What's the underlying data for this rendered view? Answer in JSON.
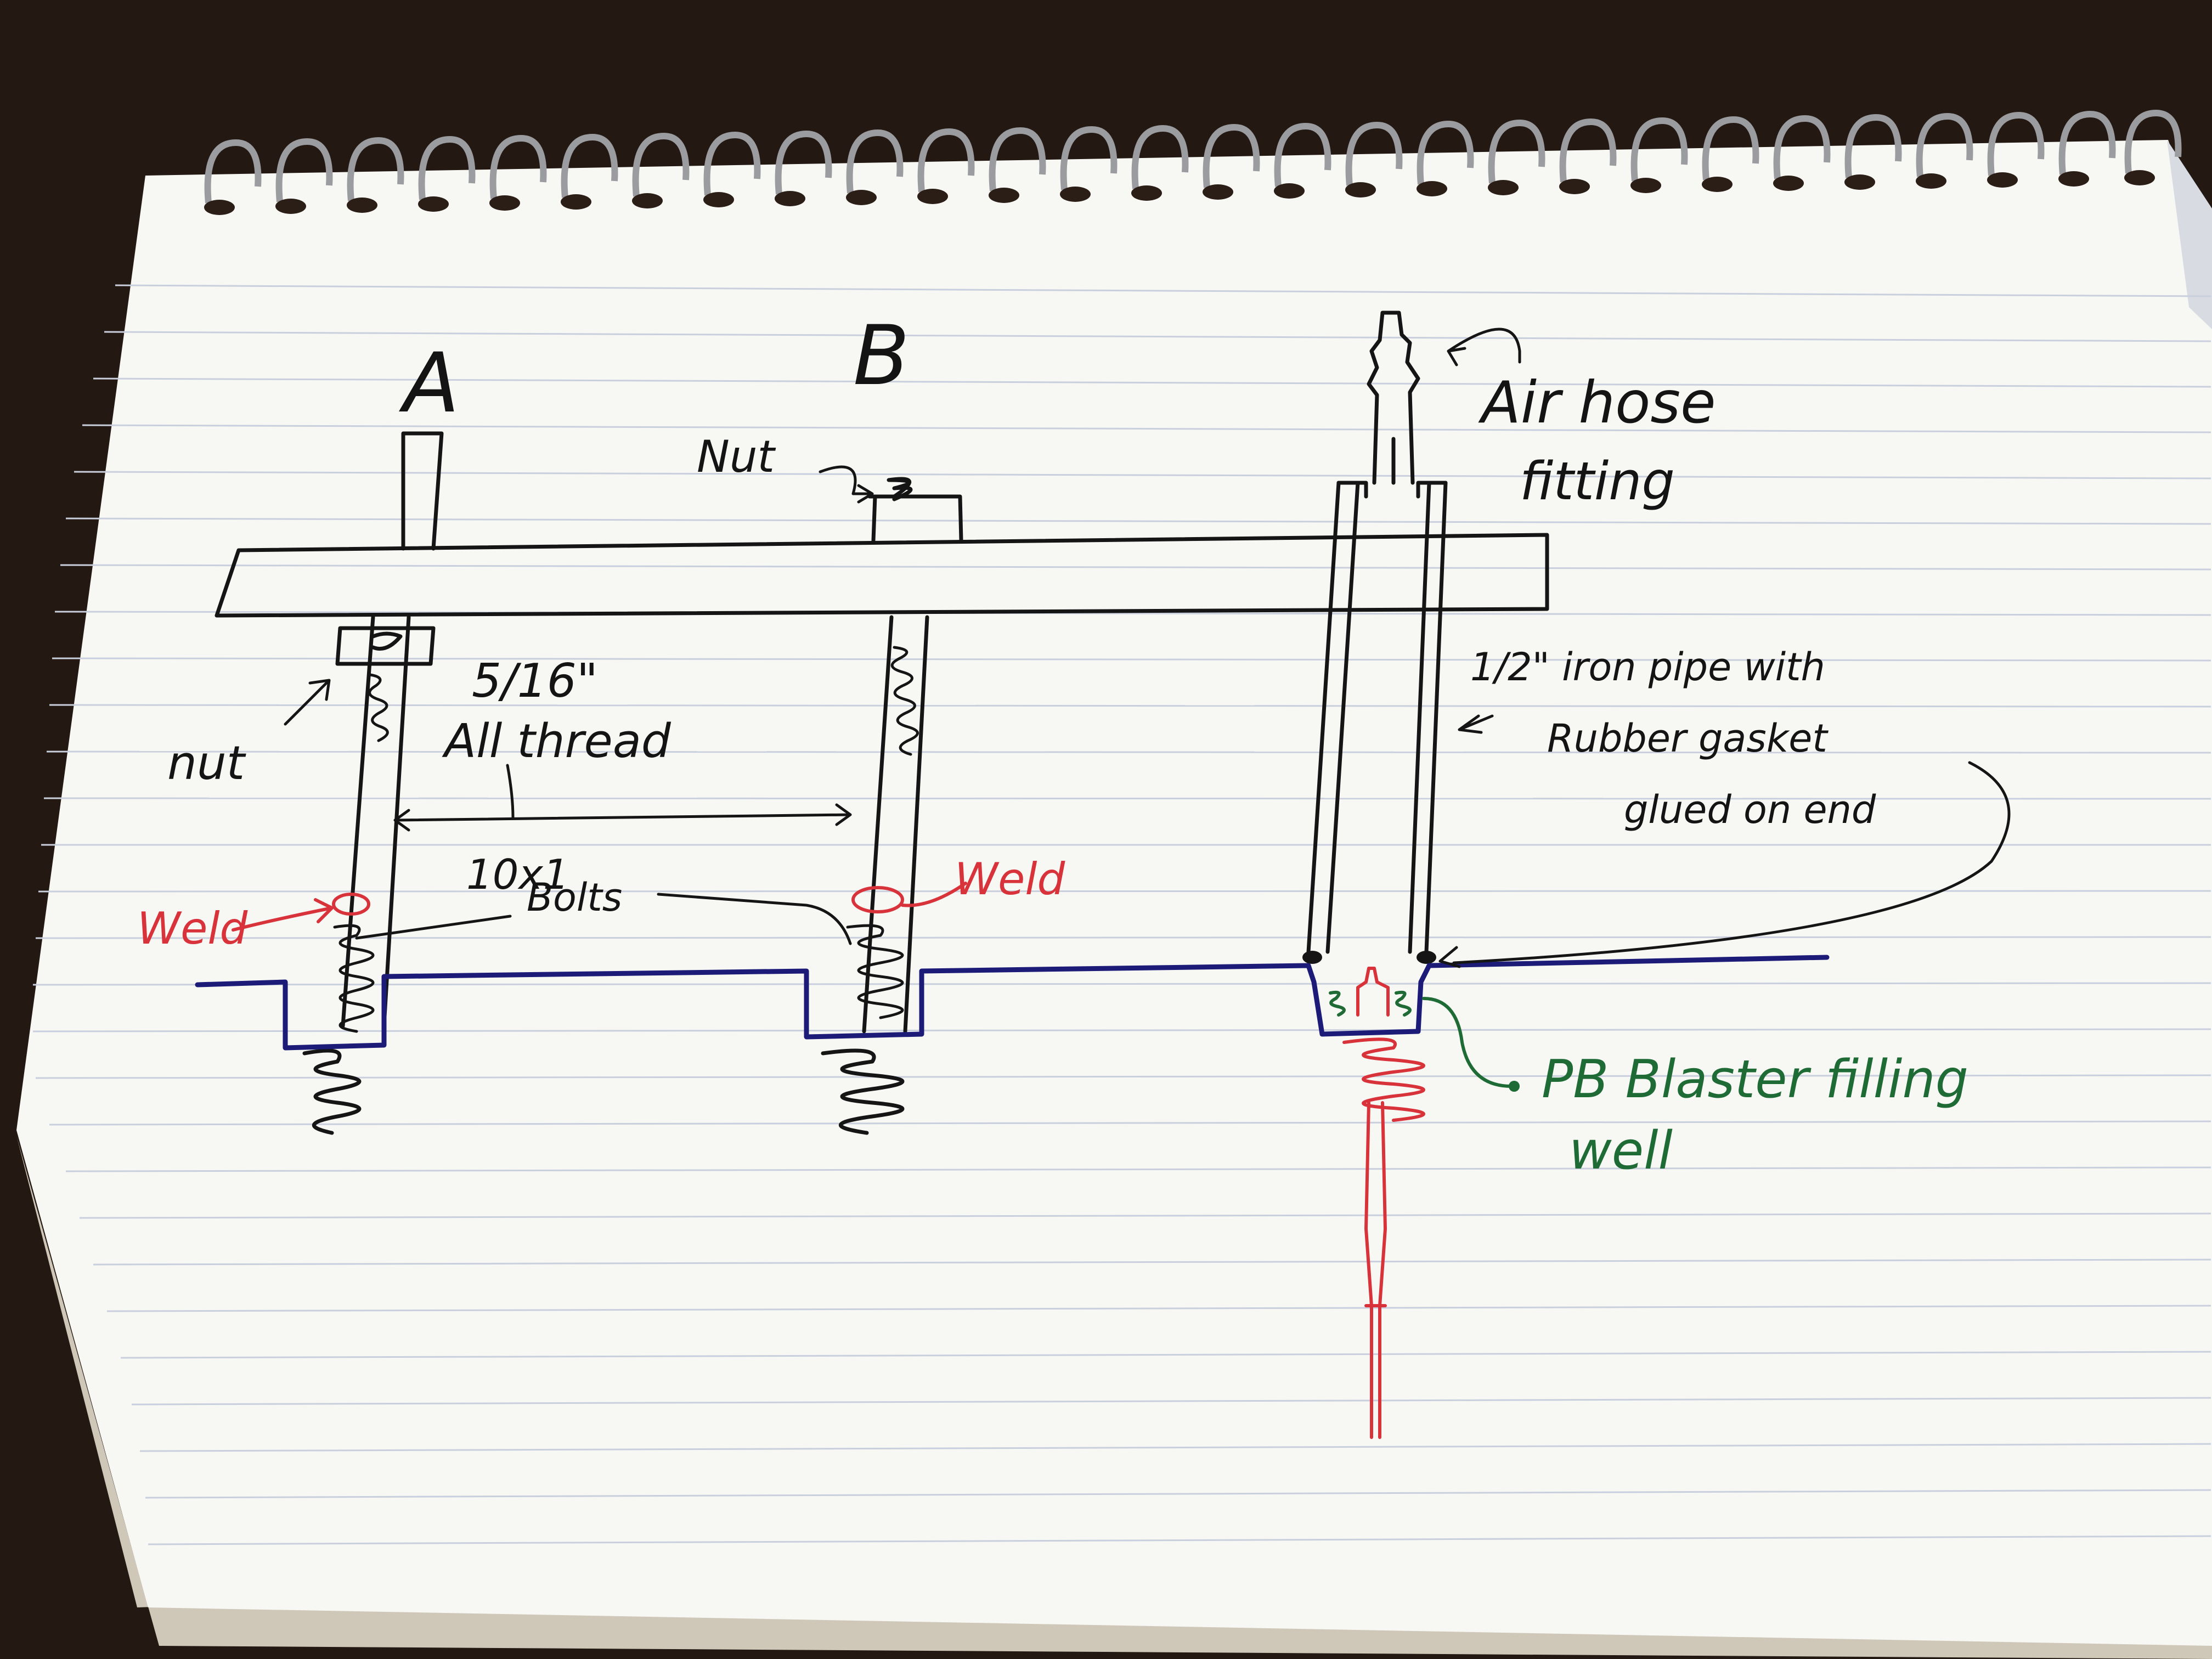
{
  "labels": {
    "a": "A",
    "b": "B",
    "nut_top_b": "Nut",
    "nut_left_1": "nut",
    "all_thread_1": "5/16\"",
    "all_thread_2": "All thread",
    "bolts_1": "10x1",
    "bolts_2": "Bolts",
    "weld_left": "Weld",
    "weld_right": "Weld",
    "air_hose_1": "Air hose",
    "air_hose_2": "fitting",
    "pipe_1": "1/2\" iron pipe with",
    "pipe_2": "Rubber gasket",
    "pipe_3": "glued on end",
    "pb_1": "PB Blaster filling",
    "pb_2": "well"
  },
  "colors": {
    "desk": "#2a1d16",
    "paper": "#f7f7f4",
    "rule": "#c9cfdc",
    "ink": "#151515",
    "blue": "#1c1c78",
    "red": "#d8323a",
    "green": "#1f6b36"
  }
}
